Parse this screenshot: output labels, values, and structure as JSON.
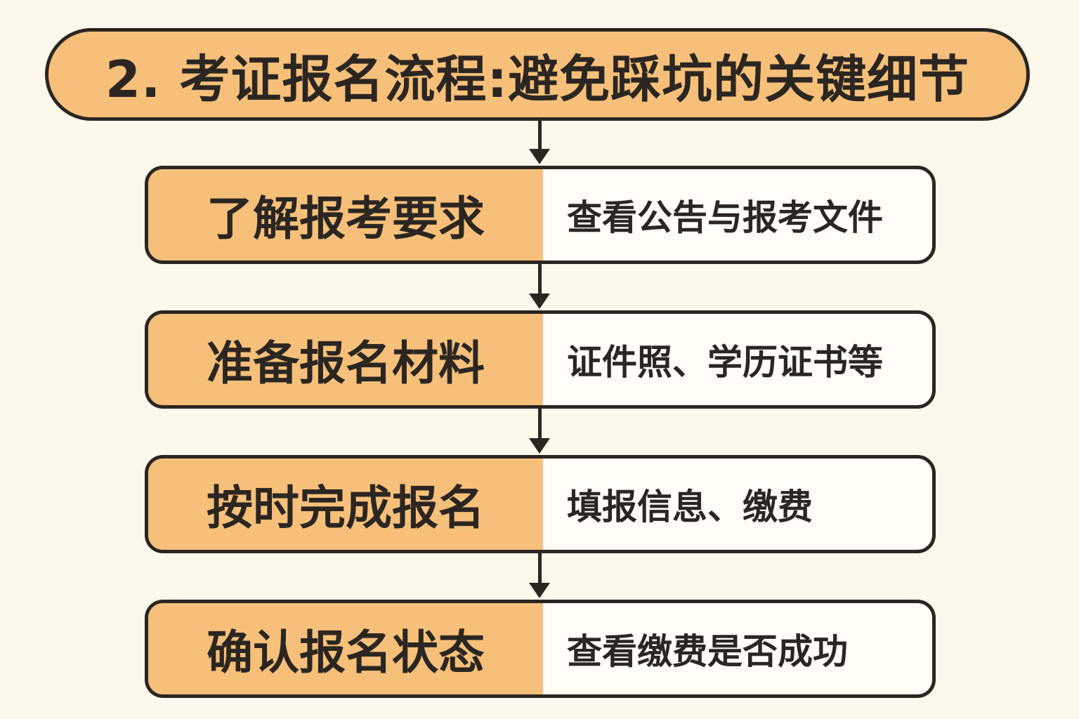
{
  "title": "2. 考证报名流程:避免踩坑的关键细节",
  "steps": [
    {
      "title": "了解报考要求",
      "desc": "查看公告与报考文件"
    },
    {
      "title": "准备报名材料",
      "desc": "证件照、学历证书等"
    },
    {
      "title": "按时完成报名",
      "desc": "填报信息、缴费"
    },
    {
      "title": "确认报名状态",
      "desc": "查看缴费是否成功"
    }
  ],
  "colors": {
    "background": "#fdf8ec",
    "accent": "#f6c07a",
    "outline": "#2b2622",
    "panel": "#fffdf6"
  }
}
